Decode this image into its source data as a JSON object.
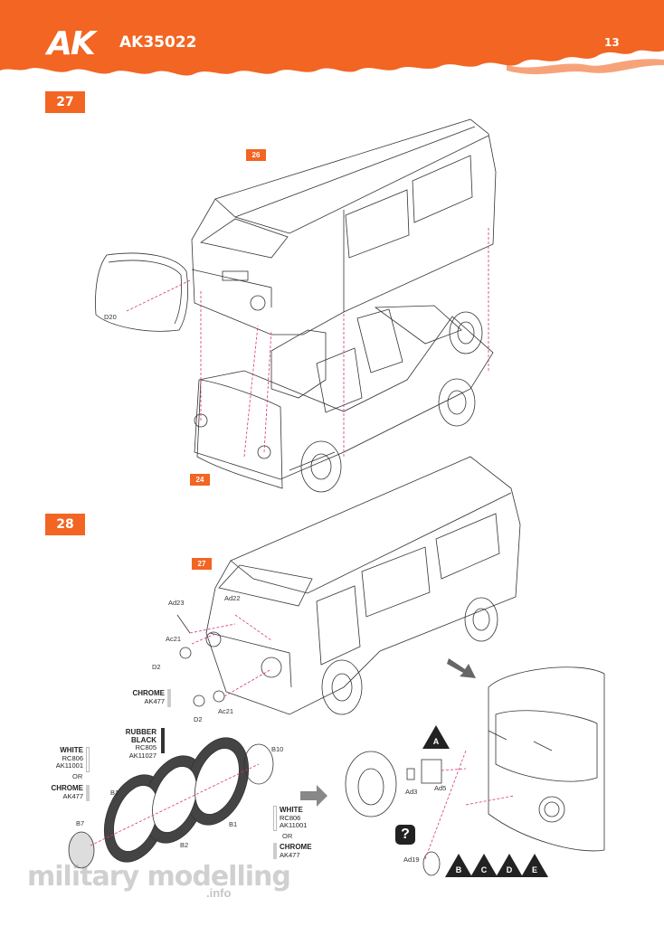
{
  "header": {
    "brand": "AK",
    "product_code": "AK35022",
    "page_number": "13",
    "color": "#f26522"
  },
  "step27": {
    "number": "27",
    "ref_top": "26",
    "ref_bottom": "24",
    "part_windshield": "D20"
  },
  "step28": {
    "number": "28",
    "ref_top": "27",
    "parts": {
      "ad23": "Ad23",
      "ad22": "Ad22",
      "ac21_top": "Ac21",
      "d2_top": "D2",
      "d2_bottom": "D2",
      "ac21_bottom": "Ac21"
    },
    "chrome_paint": {
      "name": "CHROME",
      "code": "AK477"
    }
  },
  "wheel_detail": {
    "rubber_paint": {
      "name": "RUBBER BLACK",
      "codes": [
        "RC805",
        "AK11027"
      ]
    },
    "white_left": {
      "name": "WHITE",
      "codes": [
        "RC806",
        "AK11001"
      ]
    },
    "or_left": "OR",
    "chrome_left": {
      "name": "CHROME",
      "code": "AK477"
    },
    "white_right": {
      "name": "WHITE",
      "codes": [
        "RC806",
        "AK11001"
      ]
    },
    "or_right": "OR",
    "chrome_right": {
      "name": "CHROME",
      "code": "AK477"
    },
    "parts": {
      "b10": "B10",
      "b1_left": "B1",
      "b1_right": "B1",
      "b2": "B2",
      "b7": "B7",
      "ad3": "Ad3",
      "ad5": "Ad5",
      "ad19": "Ad19"
    },
    "markers": [
      "A",
      "B",
      "C",
      "D",
      "E"
    ],
    "question_mark": "?"
  },
  "watermark": {
    "main": "military modelling",
    "sub": ".info"
  }
}
